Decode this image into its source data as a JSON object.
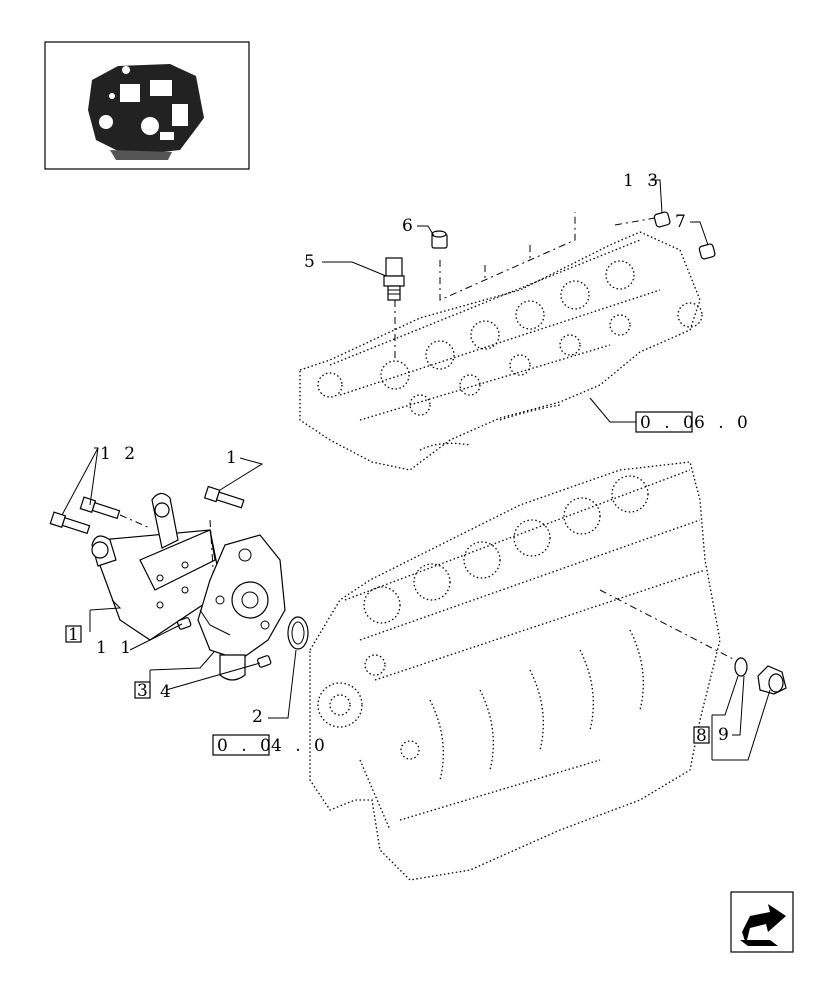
{
  "callouts": {
    "c1": "1",
    "c2": "2",
    "c4": "4",
    "c5": "5",
    "c6": "6",
    "c7": "7",
    "c9": "9",
    "c11": "1 1",
    "c12": "1 2",
    "c13": "1 3"
  },
  "ref_boxes": {
    "r1": "1",
    "r3": "3",
    "r8": "8"
  },
  "section_refs": {
    "head_box": "0 . 0",
    "head_suffix": "6 . 0",
    "block_box": "0 . 0",
    "block_suffix": "4 . 0"
  },
  "icons": {
    "thumbnail": "engine-thumbnail-icon",
    "nav": "arrow-next-page-icon"
  }
}
